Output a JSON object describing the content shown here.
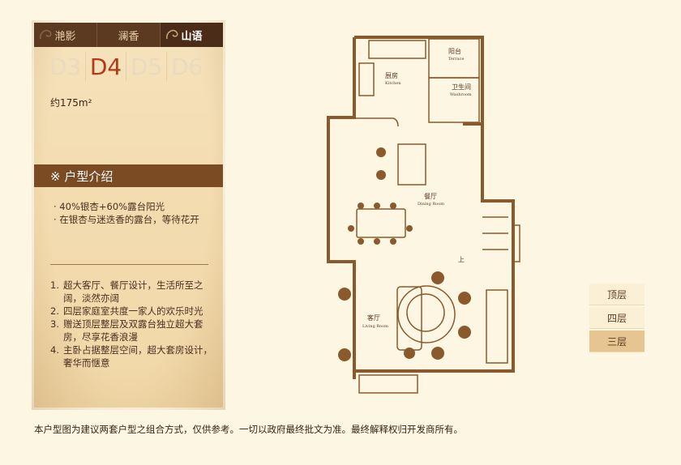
{
  "tabs": [
    {
      "label": "滟影",
      "active": false
    },
    {
      "label": "澜香",
      "active": false
    },
    {
      "label": "山语",
      "active": true
    }
  ],
  "units": [
    {
      "label": "D3",
      "active": false
    },
    {
      "label": "D4",
      "active": true
    },
    {
      "label": "D5",
      "active": false
    },
    {
      "label": "D6",
      "active": false
    }
  ],
  "area_label": "约175m²",
  "intro": {
    "title": "※ 户型介绍",
    "lines": [
      "· 40%银杏+60%露台阳光",
      "· 在银杏与迷迭香的露台，等待花开"
    ]
  },
  "features": [
    {
      "num": "1.",
      "text": "超大客厅、餐厅设计，生活所至之阔，淡然亦阔"
    },
    {
      "num": "2.",
      "text": "四层家庭室共度一家人的欢乐时光"
    },
    {
      "num": "3.",
      "text": "赠送顶层整层及双露台独立超大套房，尽享花香浪漫"
    },
    {
      "num": "4.",
      "text": "主卧占据整层空间，超大套房设计，奢华而惬意"
    }
  ],
  "floorplan": {
    "kitchen_cn": "厨房",
    "kitchen_en": "Kitchen",
    "terrace_cn": "阳台",
    "terrace_en": "Terrace",
    "washroom_cn": "卫生间",
    "washroom_en": "Washroom",
    "dining_cn": "餐厅",
    "dining_en": "Dining Room",
    "living_cn": "客厅",
    "living_en": "Living Room",
    "stair_label": "上"
  },
  "floor_buttons": [
    {
      "label": "顶层",
      "active": false
    },
    {
      "label": "四层",
      "active": false
    },
    {
      "label": "三层",
      "active": true
    }
  ],
  "footer": "本户型图为建议两套户型之组合方式，仅供参考。一切以政府最终批文为准。最终解释权归开发商所有。",
  "colors": {
    "accent": "#b03a1a",
    "header_brown": "#5c3a22",
    "wall": "#8a5a2c"
  }
}
